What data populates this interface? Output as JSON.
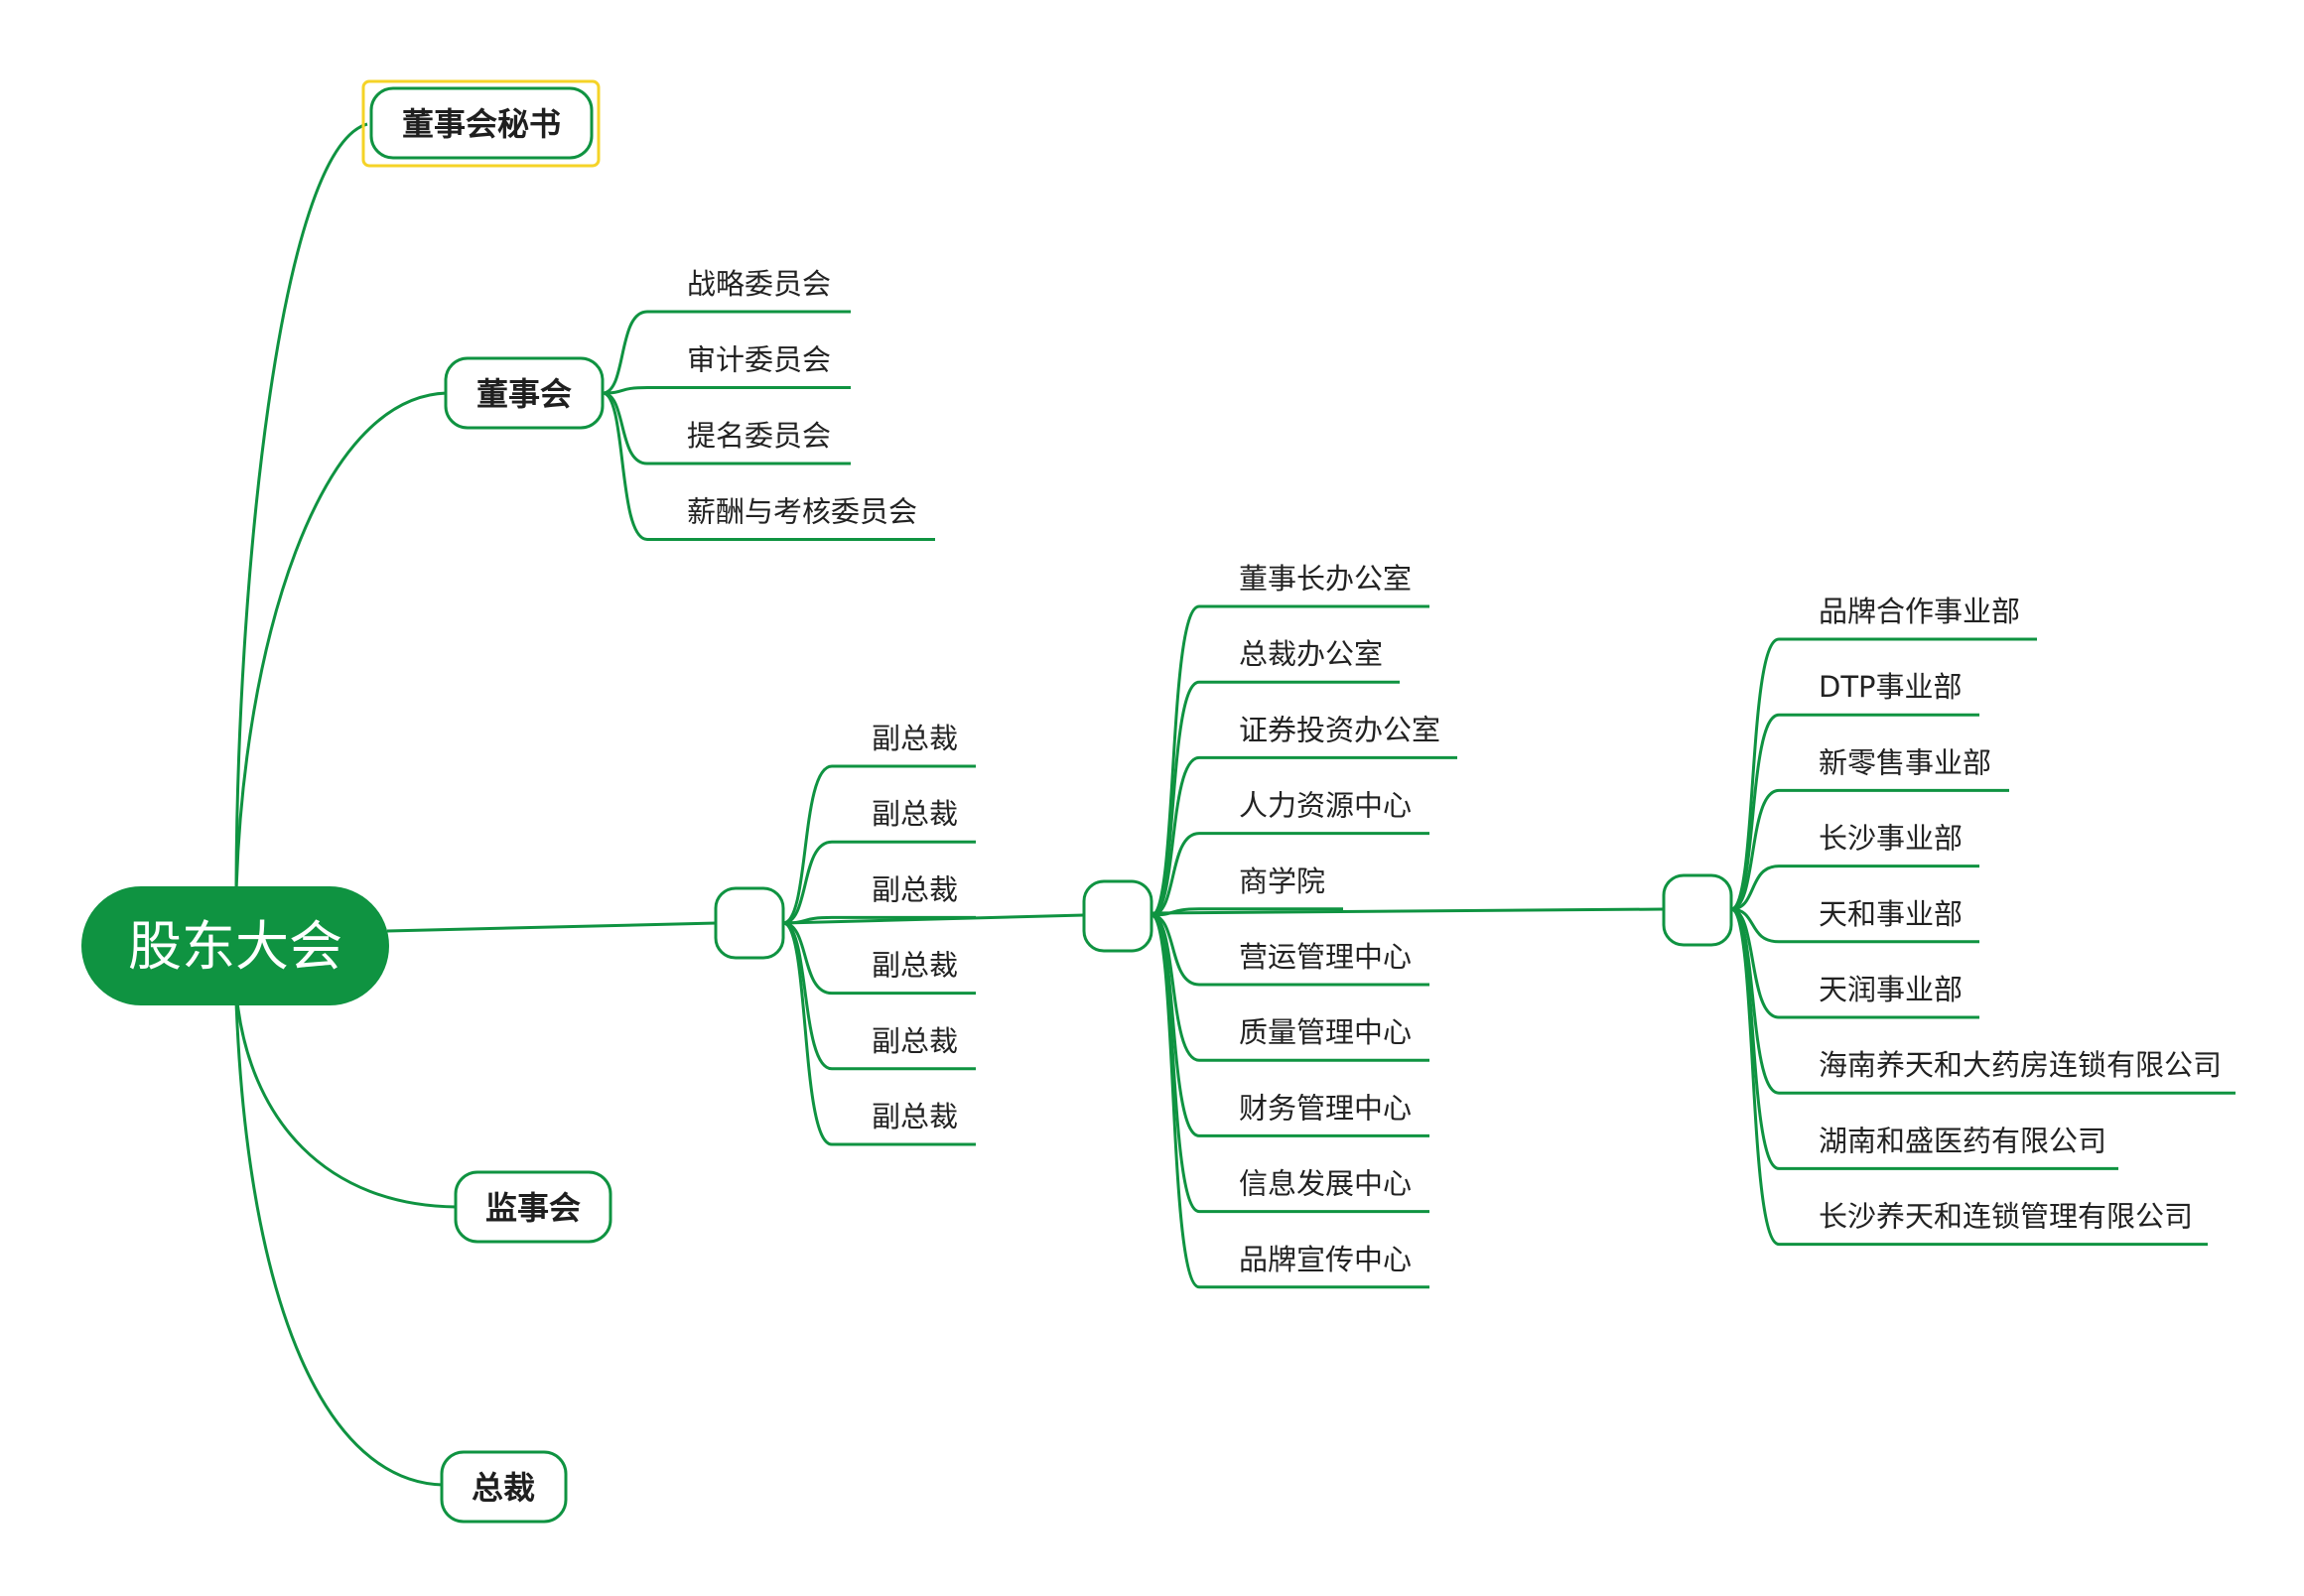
{
  "colors": {
    "accent": "#0f9341",
    "highlight": "#f5d327"
  },
  "root": "股东大会",
  "branches": {
    "secretary": "董事会秘书",
    "board": "董事会",
    "supervisors": "监事会",
    "president": "总裁"
  },
  "board_committees": [
    "战略委员会",
    "审计委员会",
    "提名委员会",
    "薪酬与考核委员会"
  ],
  "vice_presidents": [
    "副总裁",
    "副总裁",
    "副总裁",
    "副总裁",
    "副总裁",
    "副总裁"
  ],
  "centers": [
    "董事长办公室",
    "总裁办公室",
    "证券投资办公室",
    "人力资源中心",
    "商学院",
    "营运管理中心",
    "质量管理中心",
    "财务管理中心",
    "信息发展中心",
    "品牌宣传中心"
  ],
  "business_units": [
    "品牌合作事业部",
    "DTP事业部",
    "新零售事业部",
    "长沙事业部",
    "天和事业部",
    "天润事业部",
    "海南养天和大药房连锁有限公司",
    "湖南和盛医药有限公司",
    "长沙养天和连锁管理有限公司"
  ]
}
